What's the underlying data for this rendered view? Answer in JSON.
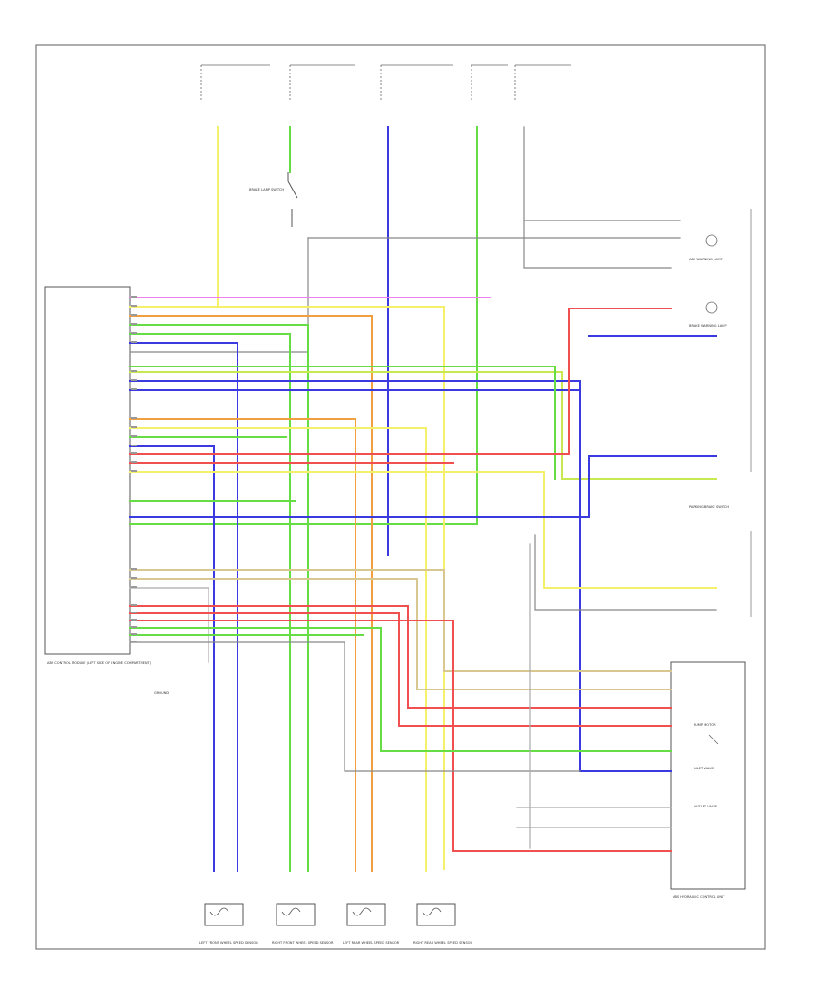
{
  "diagram": {
    "page_number": "",
    "title": "",
    "labels": {
      "module": "ABS CONTROL MODULE (LEFT SIDE OF ENGINE COMPARTMENT)",
      "lf_sensor": "LEFT FRONT WHEEL SPEED SENSOR",
      "rf_sensor": "RIGHT FRONT WHEEL SPEED SENSOR",
      "lr_sensor": "LEFT REAR WHEEL SPEED SENSOR",
      "rr_sensor": "RIGHT REAR WHEEL SPEED SENSOR",
      "hcu": "ABS HYDRAULIC CONTROL UNIT",
      "abs_lamp": "ABS WARNING LAMP",
      "brake_lamp": "BRAKE WARNING LAMP",
      "pump_motor": "PUMP MOTOR",
      "inlet_valve": "INLET VALVE",
      "outlet_valve": "OUTLET VALVE",
      "brake_switch": "BRAKE LAMP SWITCH",
      "parking_switch": "PARKING BRAKE SWITCH",
      "ground": "GROUND"
    }
  },
  "colors": {
    "yellow": "#f5f06a",
    "green": "#66dd44",
    "blue": "#3a3ae0",
    "red": "#f05050",
    "orange": "#f0a040",
    "tan": "#d8c890",
    "pink": "#f080f0",
    "gray": "#888888",
    "yellow_green": "#c8e850"
  }
}
